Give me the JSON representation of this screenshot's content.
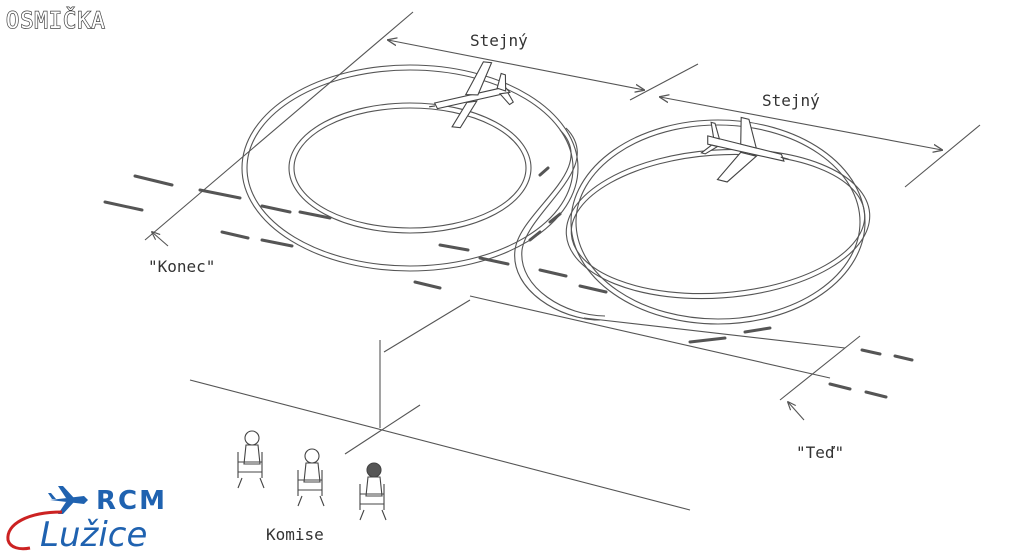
{
  "title": "OSMIČKA",
  "labels": {
    "equal_left": "Stejný",
    "equal_right": "Stejný",
    "end": "\"Konec\"",
    "now": "\"Teď\"",
    "judges": "Komise"
  },
  "logo": {
    "top": "RCM",
    "bottom": "Lužice"
  },
  "colors": {
    "line": "#555555",
    "text": "#333333",
    "brand": "#1f62b0",
    "swoosh": "#cc2222"
  },
  "icons": [
    "airplane-icon",
    "judge-figure-icon"
  ]
}
